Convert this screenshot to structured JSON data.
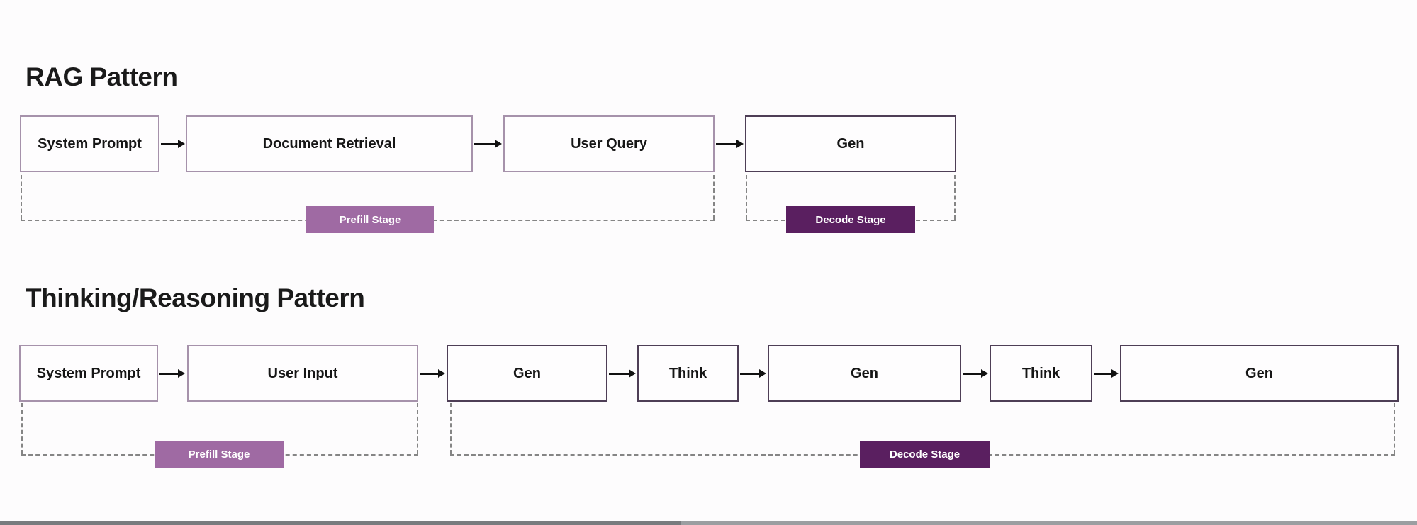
{
  "colors": {
    "background": "#fdfcfd",
    "box_fill": "#fefdfe",
    "box_border_light": "#a692ab",
    "box_border_dark": "#4e3e56",
    "prefill_badge": "#9f6aa3",
    "decode_badge": "#5a1f60",
    "badge_text": "#ffffff",
    "title_text": "#1a1a1a",
    "dashed_line": "#858585",
    "arrow": "#111111",
    "bottom_bar_track": "#9b9ea1",
    "bottom_bar_played": "#787b7e"
  },
  "diagrams": [
    {
      "title": "RAG Pattern",
      "nodes": [
        {
          "label": "System Prompt"
        },
        {
          "label": "Document Retrieval"
        },
        {
          "label": "User Query"
        },
        {
          "label": "Gen"
        }
      ],
      "stages": [
        {
          "label": "Prefill Stage"
        },
        {
          "label": "Decode Stage"
        }
      ]
    },
    {
      "title": "Thinking/Reasoning Pattern",
      "nodes": [
        {
          "label": "System Prompt"
        },
        {
          "label": "User Input"
        },
        {
          "label": "Gen"
        },
        {
          "label": "Think"
        },
        {
          "label": "Gen"
        },
        {
          "label": "Think"
        },
        {
          "label": "Gen"
        }
      ],
      "stages": [
        {
          "label": "Prefill Stage"
        },
        {
          "label": "Decode Stage"
        }
      ]
    }
  ]
}
